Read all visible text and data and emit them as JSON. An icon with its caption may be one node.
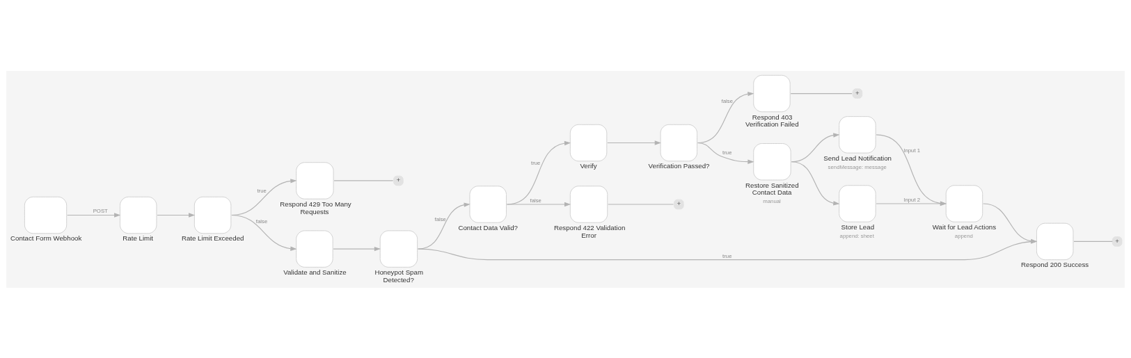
{
  "diagram": {
    "nodes": [
      {
        "text": [
          "Contact Form Webhook"
        ]
      },
      {
        "text": [
          "Rate Limit"
        ]
      },
      {
        "text": [
          "Rate Limit Exceeded"
        ]
      },
      {
        "text": [
          "Respond 429 Too Many Requests"
        ]
      },
      {
        "text": [
          "+"
        ]
      },
      {
        "text": [
          "Validate and Sanitize"
        ]
      },
      {
        "text": [
          "Honeypot Spam Detected?"
        ]
      },
      {
        "text": [
          "Contact Data Valid?"
        ]
      },
      {
        "text": [
          "Verify"
        ]
      },
      {
        "text": [
          "Respond 422 Validation Error"
        ]
      },
      {
        "text": [
          "+"
        ]
      },
      {
        "text": [
          "Verification Passed?"
        ]
      },
      {
        "text": [
          "Respond 403 Verification Failed"
        ]
      },
      {
        "text": [
          "+"
        ]
      },
      {
        "text": [
          "Restore Sanitized Contact Data",
          "manual"
        ]
      },
      {
        "text": [
          "Send Lead Notification",
          "sendMessage: message"
        ]
      },
      {
        "text": [
          "Store Lead",
          "append: sheet"
        ]
      },
      {
        "text": [
          "Wait for Lead Actions",
          "append"
        ]
      },
      {
        "text": [
          "Respond 200 Success"
        ]
      },
      {
        "text": [
          "+"
        ]
      }
    ],
    "edges": [
      {
        "from": 0,
        "to": 1,
        "arrow": "to",
        "label": "POST"
      },
      {
        "from": 1,
        "to": 2,
        "arrow": "to"
      },
      {
        "from": 2,
        "to": 3,
        "arrow": "to",
        "label": "true"
      },
      {
        "from": 2,
        "to": 5,
        "arrow": "to",
        "label": "false"
      },
      {
        "from": 3,
        "to": 4,
        "arrow": "none"
      },
      {
        "from": 5,
        "to": 6,
        "arrow": "to"
      },
      {
        "from": 6,
        "to": 18,
        "arrow": "to",
        "label": "true"
      },
      {
        "from": 6,
        "to": 7,
        "arrow": "to",
        "label": "false"
      },
      {
        "from": 7,
        "to": 8,
        "arrow": "to",
        "label": "true"
      },
      {
        "from": 7,
        "to": 9,
        "arrow": "to",
        "label": "false"
      },
      {
        "from": 9,
        "to": 10,
        "arrow": "none"
      },
      {
        "from": 8,
        "to": 11,
        "arrow": "to"
      },
      {
        "from": 11,
        "to": 14,
        "arrow": "to",
        "label": "true"
      },
      {
        "from": 11,
        "to": 12,
        "arrow": "to",
        "label": "false"
      },
      {
        "from": 12,
        "to": 13,
        "arrow": "none"
      },
      {
        "from": 14,
        "to": 15,
        "arrow": "to"
      },
      {
        "from": 14,
        "to": 16,
        "arrow": "to"
      },
      {
        "from": 15,
        "to": 17,
        "arrow": "to",
        "label": "Input 1"
      },
      {
        "from": 16,
        "to": 17,
        "arrow": "to",
        "label": "Input 2"
      },
      {
        "from": 17,
        "to": 18,
        "arrow": "to"
      },
      {
        "from": 18,
        "to": 19,
        "arrow": "none"
      }
    ]
  }
}
